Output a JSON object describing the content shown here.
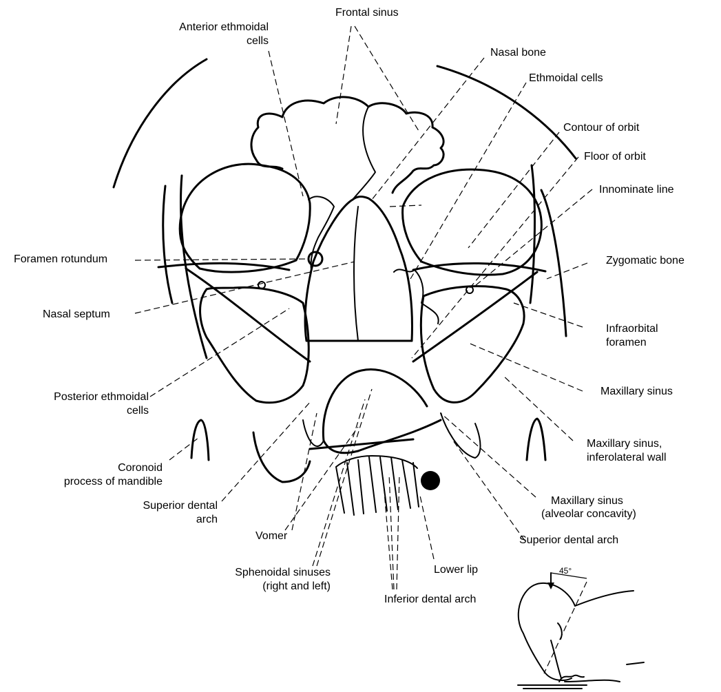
{
  "labels": {
    "frontal_sinus": "Frontal sinus",
    "anterior_ethmoidal_1": "Anterior ethmoidal",
    "anterior_ethmoidal_2": "cells",
    "nasal_bone": "Nasal bone",
    "ethmoidal_cells": "Ethmoidal cells",
    "contour_of_orbit": "Contour of orbit",
    "floor_of_orbit": "Floor of orbit",
    "innominate_line": "Innominate line",
    "foramen_rotundum": "Foramen rotundum",
    "zygomatic_bone": "Zygomatic bone",
    "nasal_septum": "Nasal septum",
    "infraorbital_1": "Infraorbital",
    "infraorbital_2": "foramen",
    "posterior_ethmoidal_1": "Posterior ethmoidal",
    "posterior_ethmoidal_2": "cells",
    "maxillary_sinus": "Maxillary sinus",
    "coronoid_1": "Coronoid",
    "coronoid_2": "process of mandible",
    "maxillary_inferolateral_1": "Maxillary sinus,",
    "maxillary_inferolateral_2": "inferolateral wall",
    "superior_dental_left_1": "Superior dental",
    "superior_dental_left_2": "arch",
    "maxillary_alveolar_1": "Maxillary sinus",
    "maxillary_alveolar_2": "(alveolar concavity)",
    "vomer": "Vomer",
    "superior_dental_right": "Superior dental arch",
    "sphenoidal_1": "Sphenoidal sinuses",
    "sphenoidal_2": "(right and left)",
    "lower_lip": "Lower lip",
    "inferior_dental_arch": "Inferior dental arch",
    "angle": "45°"
  }
}
